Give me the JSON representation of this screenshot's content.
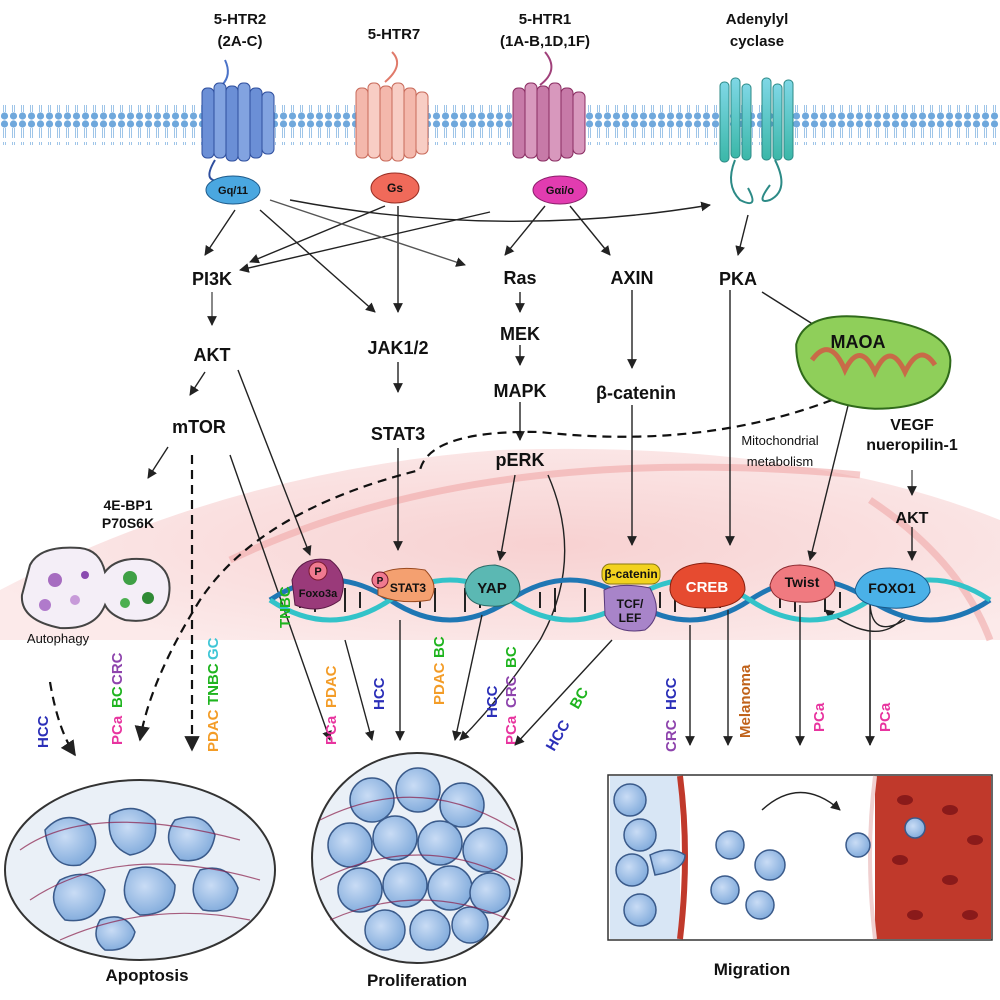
{
  "receptors": {
    "htr2_line1": "5-HTR2",
    "htr2_line2": "(2A-C)",
    "htr7": "5-HTR7",
    "htr1_line1": "5-HTR1",
    "htr1_line2": "(1A-B,1D,1F)",
    "ac_line1": "Adenylyl",
    "ac_line2": "cyclase"
  },
  "gproteins": {
    "gq": "Gq/11",
    "gs": "Gs",
    "gi": "Gαi/o"
  },
  "nodes": {
    "pi3k": "PI3K",
    "akt": "AKT",
    "mtor": "mTOR",
    "eb": "4E-BP1",
    "p70": "P70S6K",
    "jak": "JAK1/2",
    "stat3": "STAT3",
    "ras": "Ras",
    "mek": "MEK",
    "mapk": "MAPK",
    "perk": "pERK",
    "axin": "AXIN",
    "bcat": "β-catenin",
    "pka": "PKA",
    "maoa": "MAOA",
    "mito_line1": "Mitochondrial",
    "mito_line2": "metabolism",
    "vegf_line1": "VEGF",
    "vegf_line2": "nueropilin-1",
    "akt2": "AKT",
    "autophagy": "Autophagy"
  },
  "nuclear": {
    "foxo3a": "Foxo3a",
    "stat3": "STAT3",
    "yap": "YAP",
    "bcat": "β-catenin",
    "tcf1": "TCF/",
    "tcf2": "LEF",
    "creb": "CREB",
    "twist": "Twist",
    "foxo1": "FOXO1",
    "p": "P"
  },
  "cancer_labels": {
    "tnbc_top": "TNBC",
    "hcc_a": "HCC",
    "pca_a": "PCa",
    "bc_a": "BC",
    "crc_a": "CRC",
    "pdac_b": "PDAC",
    "tnbc_b": "TNBC",
    "gc_b": "GC",
    "pca_c": "PCa",
    "pdac_c": "PDAC",
    "hcc_d": "HCC",
    "pdac_e": "PDAC",
    "bc_e": "BC",
    "hcc_f": "HCC",
    "pca_g": "PCa",
    "crc_g": "CRC",
    "bc_g": "BC",
    "hcc_h": "HCC",
    "bc_h": "BC",
    "crc_i": "CRC",
    "hcc_i": "HCC",
    "melanoma": "Melanoma",
    "pca_j": "PCa",
    "pca_k": "PCa"
  },
  "outcomes": {
    "apoptosis": "Apoptosis",
    "proliferation": "Proliferation",
    "migration": "Migration"
  },
  "colors": {
    "hcc": "#2b2fb8",
    "pca": "#e8349f",
    "bc": "#1fb41f",
    "crc": "#8e44ad",
    "pdac": "#f39c27",
    "tnbc": "#1fb41f",
    "gc": "#3fc6d6",
    "melanoma": "#c0621a"
  }
}
